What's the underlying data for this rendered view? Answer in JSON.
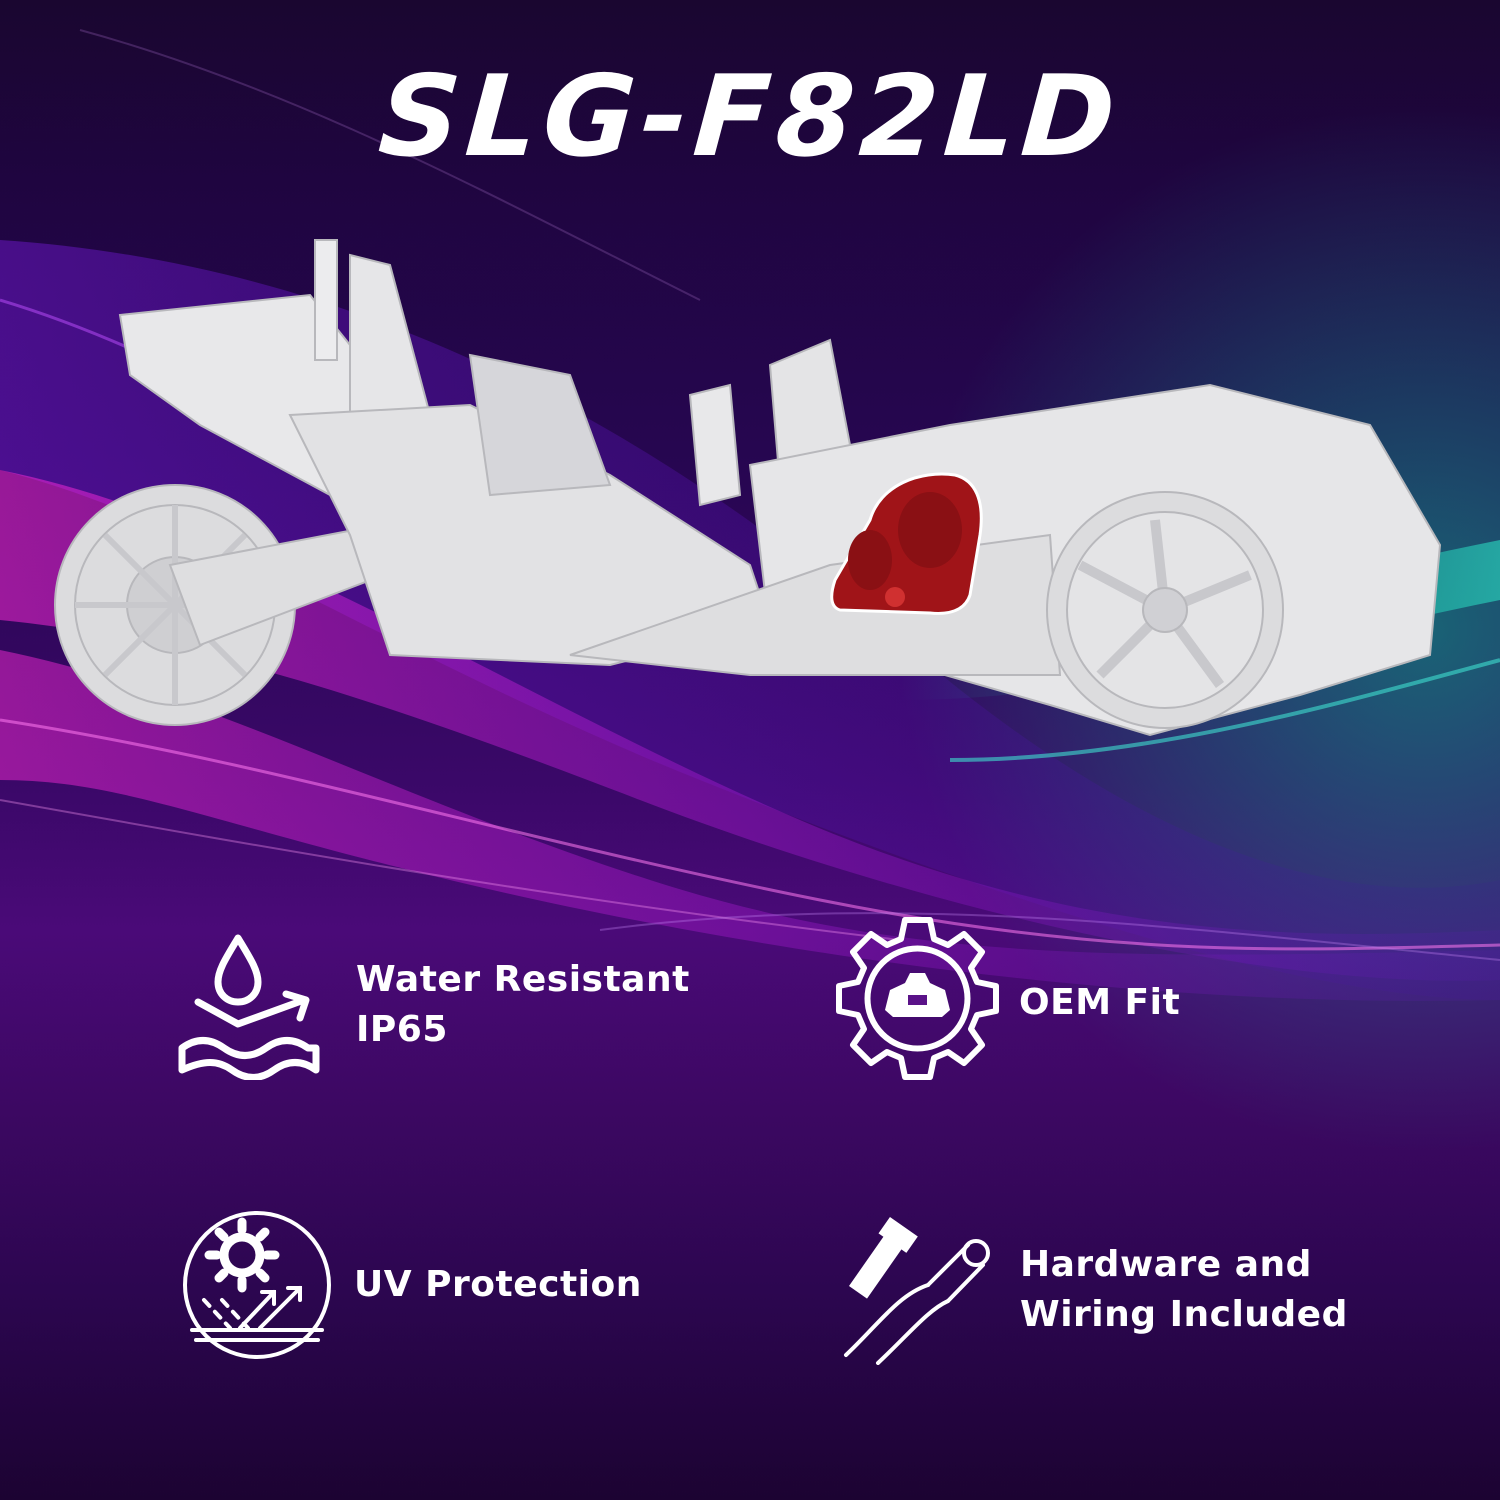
{
  "product": {
    "model": "SLG-F82LD"
  },
  "features": [
    {
      "icon": "water-drop-waves-icon",
      "lines": [
        "Water Resistant",
        "IP65"
      ]
    },
    {
      "icon": "gear-vehicle-icon",
      "lines": [
        "OEM Fit"
      ]
    },
    {
      "icon": "uv-sun-shield-icon",
      "lines": [
        "UV Protection"
      ]
    },
    {
      "icon": "bolt-wire-icon",
      "lines": [
        "Hardware and",
        "Wiring Included"
      ]
    }
  ],
  "colors": {
    "background_dark": "#1a0630",
    "background_purple": "#4a0a78",
    "streak_magenta": "#e020d0",
    "streak_violet": "#8a2be2",
    "streak_teal": "#1fb8a8",
    "vehicle_body": "#e6e6e8",
    "tail_light_red": "#a01418",
    "text": "#ffffff"
  }
}
